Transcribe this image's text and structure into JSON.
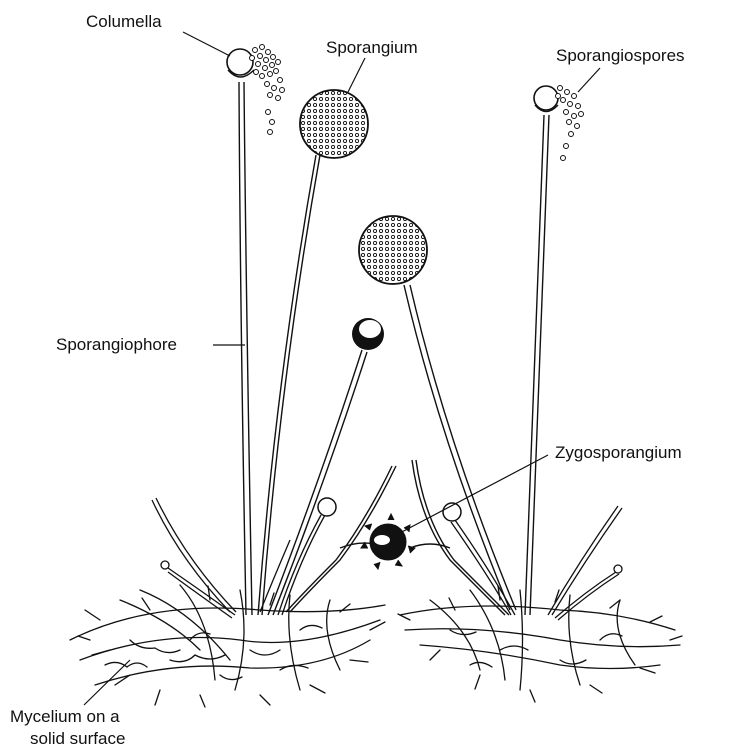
{
  "diagram": {
    "labels": {
      "columella": "Columella",
      "sporangium": "Sporangium",
      "sporangiospores": "Sporangiospores",
      "sporangiophore": "Sporangiophore",
      "zygosporangium": "Zygosporangium",
      "mycelium_line1": "Mycelium on a",
      "mycelium_line2": "solid surface"
    },
    "colors": {
      "ink": "#111111",
      "background": "#ffffff"
    }
  }
}
